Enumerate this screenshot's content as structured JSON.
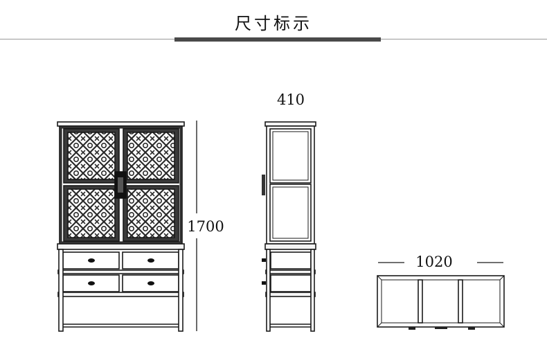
{
  "header": {
    "title": "尺寸标示"
  },
  "dimensions": {
    "height": "1700",
    "depth": "410",
    "width": "1020"
  },
  "views": [
    "front-view",
    "side-view",
    "top-view"
  ]
}
